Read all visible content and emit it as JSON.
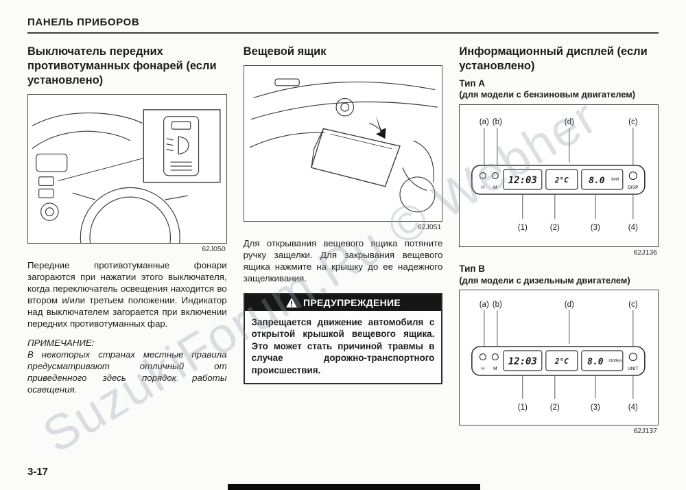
{
  "page": {
    "header": "ПАНЕЛЬ ПРИБОРОВ",
    "page_number": "3-17",
    "watermark": "SuzukiForum.Ru © Webher"
  },
  "colors": {
    "warning_bar": "#161616",
    "rule": "#3c3c3c"
  },
  "col1": {
    "heading": "Выключатель передних противотуманных фонарей (если установлено)",
    "figure_caption": "62J050",
    "body": "Передние противотуманные фонари загораются при нажатии этого выключателя, когда переключатель освещения находится во втором и/или третьем положении. Индикатор над выключателем загорается при включении передних противотуманных фар.",
    "note_heading": "ПРИМЕЧАНИЕ:",
    "note_body": "В некоторых странах местные правила предусматривают отличный от приведенного здесь порядок работы освещения."
  },
  "col2": {
    "heading": "Вещевой ящик",
    "figure_caption": "62J051",
    "body": "Для открывания вещевого ящика потяните ручку защелки. Для закрывания вещевого ящика нажмите на крышку до ее надежного защелкивания.",
    "warning_title": "ПРЕДУПРЕЖДЕНИЕ",
    "warning_body": "Запрещается движение автомобиля с открытой крышкой вещевого ящика. Это может стать причиной травмы в случае дорожно-транспортного происшествия."
  },
  "col3": {
    "heading": "Информационный дисплей (если установлено)",
    "typeA": {
      "title": "Тип A",
      "subtitle": "(для модели с бензиновым двигателем)",
      "figure_caption": "62J136",
      "display": {
        "clock": "12:03",
        "temp": "2°C",
        "fuel": "8.0",
        "fuel_unit": "km/l",
        "btn_left1": "H",
        "btn_left2": "M",
        "btn_right": "DISP"
      },
      "labels_top": [
        "(a)",
        "(b)",
        "(d)",
        "(c)"
      ],
      "labels_bottom": [
        "(1)",
        "(2)",
        "(3)",
        "(4)"
      ]
    },
    "typeB": {
      "title": "Тип B",
      "subtitle": "(для модели с дизельным двигателем)",
      "figure_caption": "62J137",
      "display": {
        "clock": "12:03",
        "temp": "2°C",
        "fuel": "8.0",
        "fuel_unit": "l/100km",
        "btn_left1": "H",
        "btn_left2": "M",
        "btn_right": "UNIT"
      },
      "labels_top": [
        "(a)",
        "(b)",
        "(d)",
        "(c)"
      ],
      "labels_bottom": [
        "(1)",
        "(2)",
        "(3)",
        "(4)"
      ]
    }
  }
}
